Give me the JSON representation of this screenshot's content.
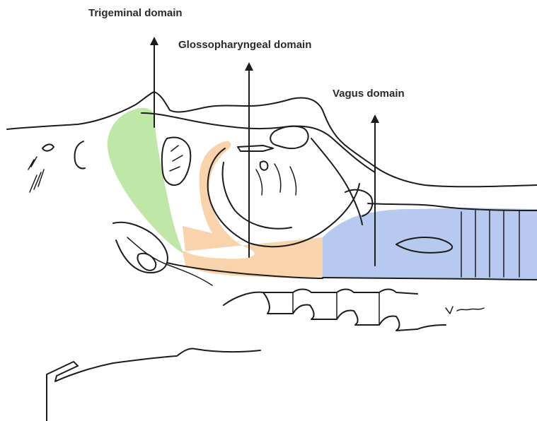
{
  "labels": {
    "trigeminal": "Trigeminal domain",
    "glossopharyngeal": "Glossopharyngeal domain",
    "vagus": "Vagus domain"
  },
  "regions": {
    "trigeminal": {
      "color": "#bfe8a8"
    },
    "glossopharyngeal": {
      "color": "#f8d3ac"
    },
    "vagus": {
      "color": "#b7c9ef"
    }
  }
}
